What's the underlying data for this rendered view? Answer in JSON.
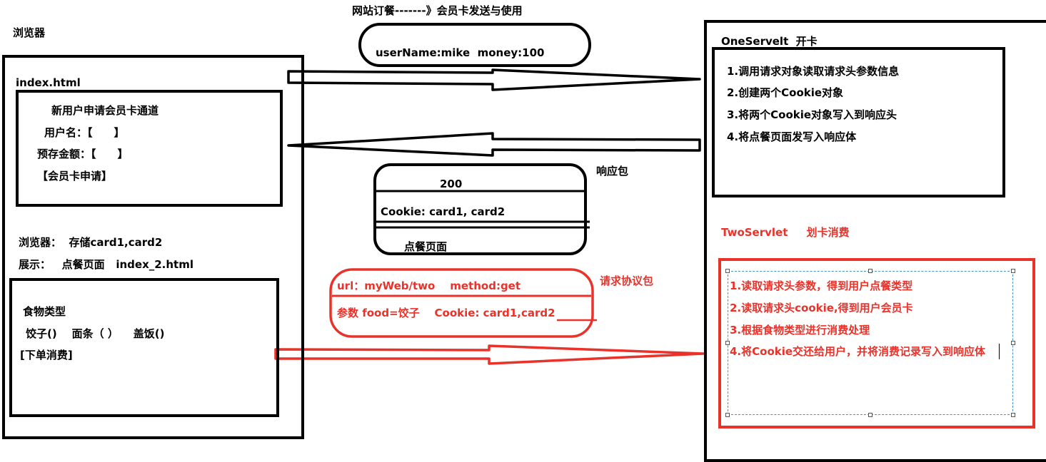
{
  "title": "网站订餐-------》会员卡发送与使用",
  "browser_label": "浏览器",
  "browser_panel": {
    "file_label": "index.html",
    "signup_form": {
      "heading": "新用户申请会员卡通道",
      "username_label": "用户名：【　　】",
      "deposit_label": "预存金额：【　　】",
      "submit": "【会员卡申请】"
    },
    "storage_note": "浏览器：  存储card1,card2",
    "display_note": "展示：   点餐页面   index_2.html",
    "order_form": {
      "heading": "食物类型",
      "options": "饺子()    面条（ ）    盖饭()",
      "submit": "[下单消费]"
    }
  },
  "request_params": "userName:mike  money:100",
  "response_packet": {
    "label": "响应包",
    "status": "200",
    "cookie_line": "Cookie: card1, card2",
    "body": "点餐页面"
  },
  "request_packet": {
    "label": "请求协议包",
    "url_line": "url：myWeb/two    method:get",
    "params_line": "参数 food=饺子    Cookie: card1,card2"
  },
  "servlet_one": {
    "title": "OneServelt  开卡",
    "steps": [
      "1.调用请求对象读取请求头参数信息",
      "2.创建两个Cookie对象",
      "3.将两个Cookie对象写入到响应头",
      "4.将点餐页面发写入响应体"
    ]
  },
  "servlet_two": {
    "title": "TwoServlet     划卡消费",
    "steps": [
      "1.读取请求头参数，得到用户点餐类型",
      "2.读取请求头cookie,得到用户会员卡",
      "3.根据食物类型进行消费处理",
      "4.将Cookie交还给用户，并将消费记录写入到响应体"
    ]
  },
  "colors": {
    "ink": "#000000",
    "accent_red": "#e8322a",
    "selection_blue": "#4a90c8"
  }
}
